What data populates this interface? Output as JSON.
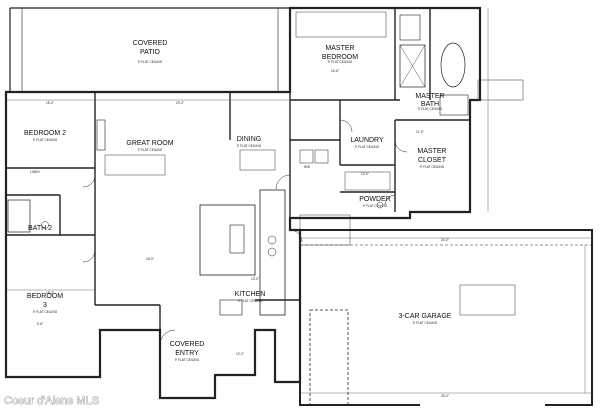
{
  "plan": {
    "rooms": [
      {
        "name": "COVERED\nPATIO",
        "ceiling": "9' FLAT CEILING"
      },
      {
        "name": "MASTER\nBEDROOM",
        "ceiling": "9' FLAT CEILING"
      },
      {
        "name": "BEDROOM 2",
        "ceiling": "9' FLAT CEILING"
      },
      {
        "name": "GREAT ROOM",
        "ceiling": "9' FLAT CEILING"
      },
      {
        "name": "DINING",
        "ceiling": "9' FLAT CEILING"
      },
      {
        "name": "LAUNDRY",
        "ceiling": "9' FLAT CEILING"
      },
      {
        "name": "MASTER\nBATH",
        "ceiling": "9' FLAT CEILING"
      },
      {
        "name": "MASTER\nCLOSET",
        "ceiling": "9' FLAT CEILING"
      },
      {
        "name": "POWDER",
        "ceiling": "9' FLAT CEILING"
      },
      {
        "name": "BATH 2",
        "ceiling": ""
      },
      {
        "name": "BEDROOM\n3",
        "ceiling": "9' FLAT CEILING"
      },
      {
        "name": "KITCHEN",
        "ceiling": "9' FLAT CEILING"
      },
      {
        "name": "COVERED\nENTRY",
        "ceiling": "9' FLAT CEILING"
      },
      {
        "name": "3-CAR GARAGE",
        "ceiling": "9' FLAT CEILING"
      }
    ],
    "labels": {
      "linen": "LINEN",
      "w_d": "W/D"
    },
    "dimensions": [
      "15'-0\"",
      "20'-0\"",
      "18'-0\"",
      "16'-0\"",
      "13'-0\"",
      "12'-0\"",
      "24'-0\"",
      "30'-0\"",
      "14'-6\"",
      "11'-0\"",
      "9'-6\"",
      "10'-0\""
    ]
  },
  "watermark": "Coeur d'Alene MLS"
}
